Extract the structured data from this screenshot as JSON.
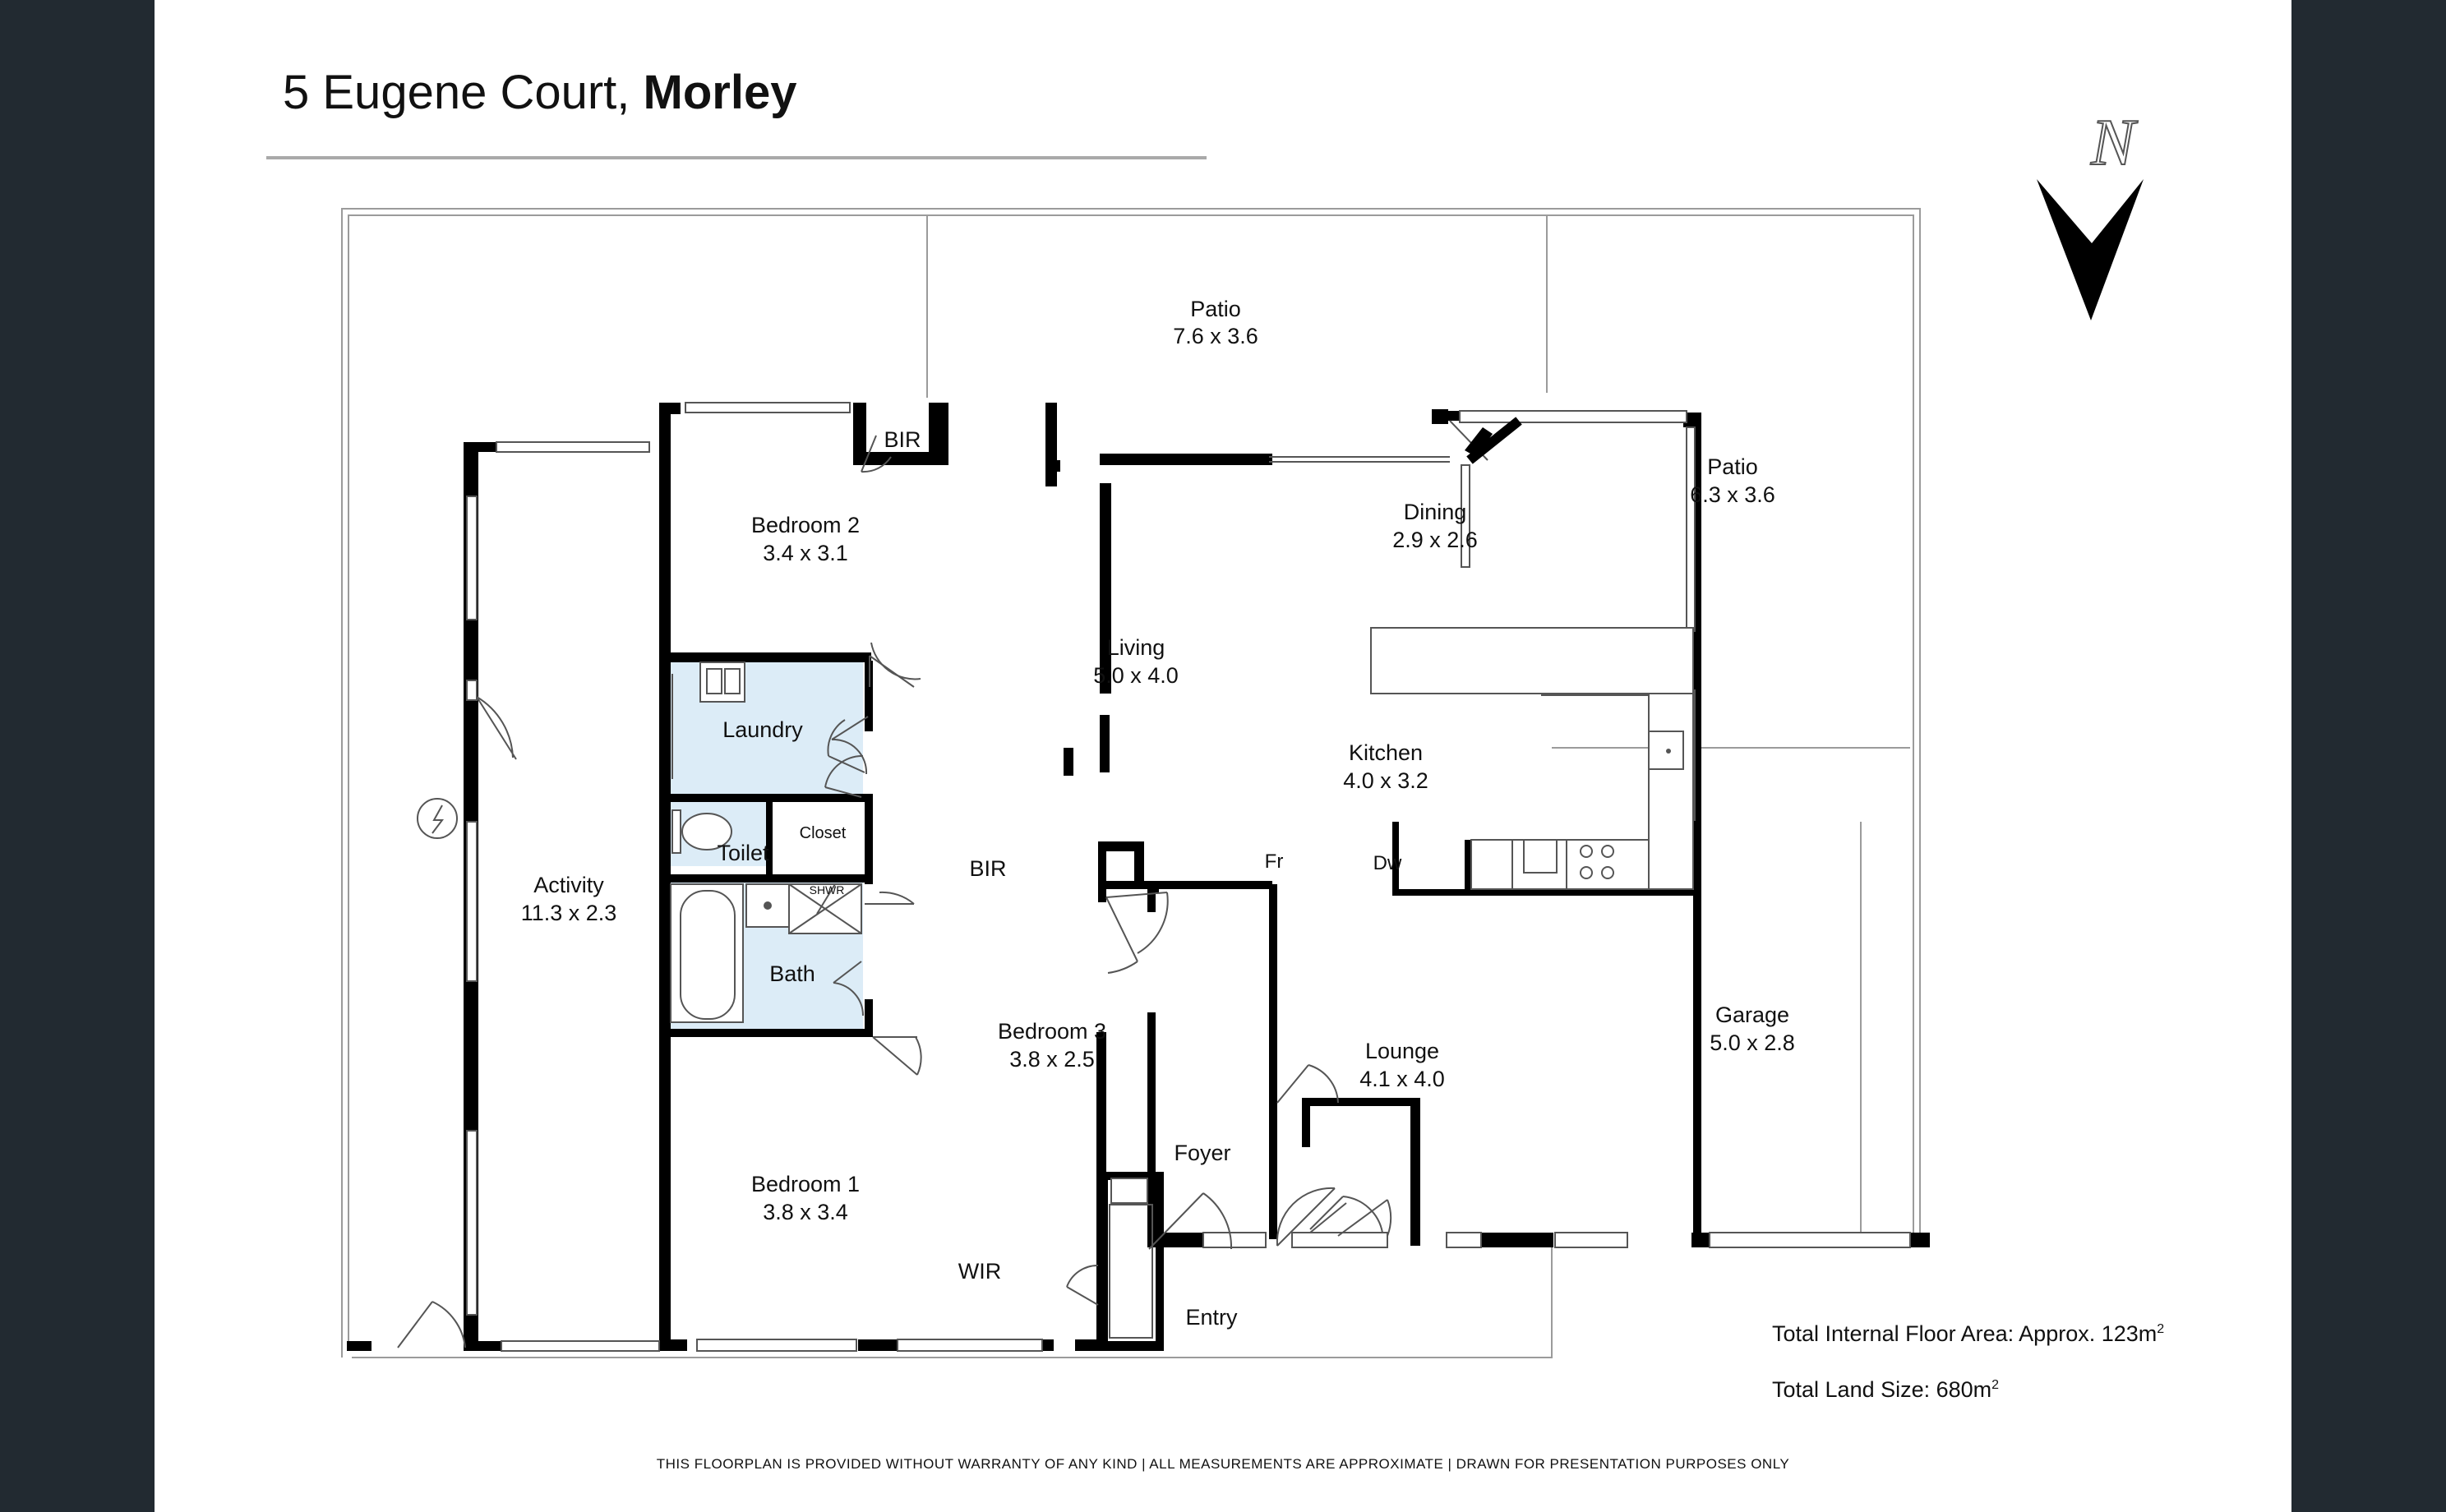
{
  "header": {
    "street": "5 Eugene Court,",
    "suburb": "Morley"
  },
  "compass": {
    "letter": "N"
  },
  "rooms": {
    "patio_top": {
      "name": "Patio",
      "dims": "7.6 x 3.6"
    },
    "patio_right": {
      "name": "Patio",
      "dims": "6.3 x 3.6"
    },
    "bedroom2": {
      "name": "Bedroom 2",
      "dims": "3.4 x 3.1"
    },
    "bir_top": {
      "name": "BIR"
    },
    "dining": {
      "name": "Dining",
      "dims": "2.9 x 2.6"
    },
    "living": {
      "name": "Living",
      "dims": "5.0 x 4.0"
    },
    "laundry": {
      "name": "Laundry"
    },
    "kitchen": {
      "name": "Kitchen",
      "dims": "4.0 x 3.2"
    },
    "toilet": {
      "name": "Toilet"
    },
    "closet": {
      "name": "Closet"
    },
    "fridge": {
      "name": "Fr"
    },
    "dishwasher": {
      "name": "Dw"
    },
    "bir_mid": {
      "name": "BIR"
    },
    "activity": {
      "name": "Activity",
      "dims": "11.3 x 2.3"
    },
    "shower": {
      "name": "SHWR"
    },
    "bath": {
      "name": "Bath"
    },
    "bedroom3": {
      "name": "Bedroom 3",
      "dims": "3.8 x 2.5"
    },
    "garage": {
      "name": "Garage",
      "dims": "5.0 x 2.8"
    },
    "lounge": {
      "name": "Lounge",
      "dims": "4.1 x 4.0"
    },
    "foyer": {
      "name": "Foyer"
    },
    "bedroom1": {
      "name": "Bedroom 1",
      "dims": "3.8 x 3.4"
    },
    "wir": {
      "name": "WIR"
    },
    "entry": {
      "name": "Entry"
    }
  },
  "areas": {
    "internal_label": "Total Internal Floor Area: Approx. 123m",
    "internal_sup": "2",
    "land_label": "Total Land Size: 680m",
    "land_sup": "2"
  },
  "disclaimer": "THIS FLOORPLAN IS PROVIDED WITHOUT WARRANTY OF ANY KIND  |  ALL MEASUREMENTS ARE APPROXIMATE  |  DRAWN FOR PRESENTATION PURPOSES ONLY",
  "colors": {
    "wet_area": "#dcecf7",
    "wall": "#000000",
    "frame": "#222a31"
  }
}
